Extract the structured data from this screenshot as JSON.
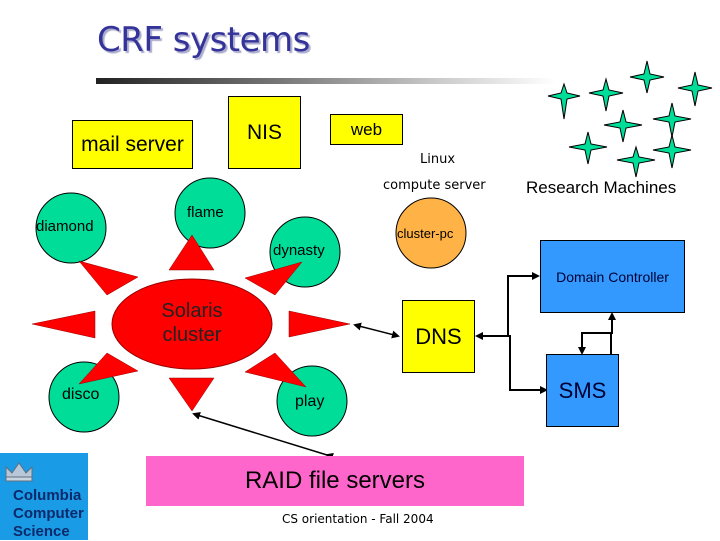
{
  "slide": {
    "title": "CRF systems",
    "footer": "CS orientation - Fall 2004"
  },
  "colors": {
    "title": "#333399",
    "yellow_box": "#ffff00",
    "green_node": "#00dd99",
    "red_cluster": "#ff0000",
    "orange_node": "#ffb347",
    "blue_box": "#3399ff",
    "pink_box": "#ff66cc",
    "logo_bg": "#1a9be6"
  },
  "boxes": {
    "mail_server": "mail server",
    "nis": "NIS",
    "web": "web",
    "dns": "DNS",
    "domain_controller": "Domain Controller",
    "sms": "SMS",
    "raid": "RAID file servers"
  },
  "labels": {
    "linux": "Linux",
    "compute_server": "compute server",
    "research_machines": "Research Machines"
  },
  "cluster": {
    "center_line1": "Solaris",
    "center_line2": "cluster",
    "nodes": [
      "diamond",
      "flame",
      "dynasty",
      "disco",
      "play"
    ]
  },
  "linux_node": "cluster-pc",
  "logo": {
    "icon": "crown-icon",
    "line1": "Columbia",
    "line2": "Computer",
    "line3": "Science"
  }
}
